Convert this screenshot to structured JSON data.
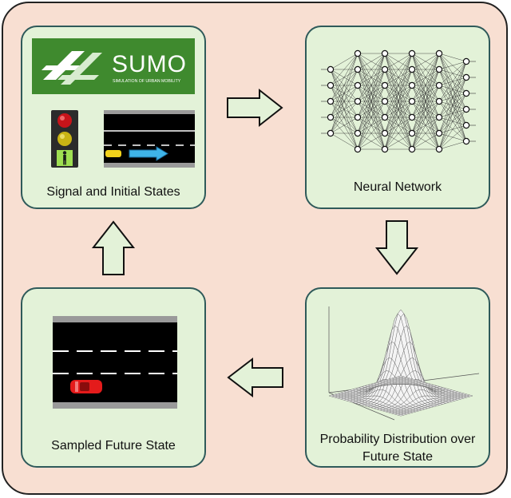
{
  "panels": {
    "signal": {
      "label": "Signal and Initial States",
      "logo_text": "SUMO",
      "logo_subtext": "SIMULATION OF URBAN MOBILITY"
    },
    "network": {
      "label": "Neural Network"
    },
    "distribution": {
      "label_line1": "Probability Distribution over",
      "label_line2": "Future State"
    },
    "sampled": {
      "label": "Sampled Future State"
    }
  },
  "colors": {
    "background": "#f8dfd2",
    "panel_fill": "#e3f2d8",
    "panel_border": "#2f5a5a",
    "arrow_fill": "#e3f2d8",
    "logo_green": "#3f8a2e",
    "car_yellow": "#f2d21b",
    "car_red": "#e41b1b",
    "flow_arrow_blue": "#3fb4e8"
  },
  "icons": [
    "traffic-light-icon",
    "pedestrian-icon",
    "right-arrow-icon",
    "down-arrow-icon",
    "left-arrow-icon",
    "up-arrow-icon"
  ]
}
